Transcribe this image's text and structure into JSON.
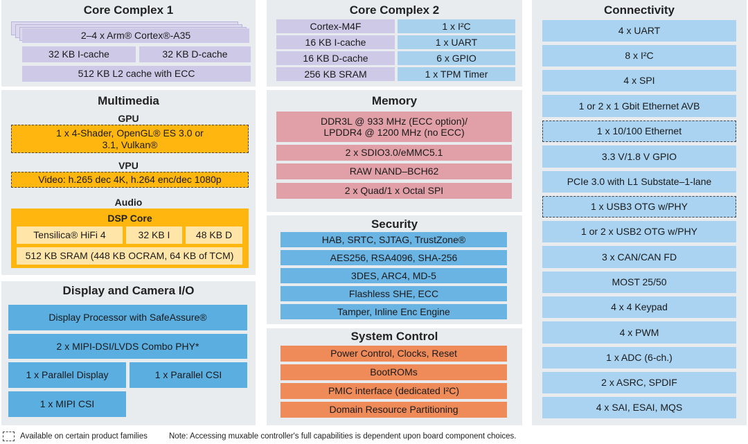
{
  "core1": {
    "title": "Core Complex 1",
    "cores": "2–4 x Arm® Cortex®-A35",
    "icache": "32 KB I-cache",
    "dcache": "32 KB D-cache",
    "l2": "512 KB L2 cache with ECC"
  },
  "core2": {
    "title": "Core Complex 2",
    "left": [
      "Cortex-M4F",
      "16 KB I-cache",
      "16 KB D-cache",
      "256 KB SRAM"
    ],
    "right": [
      "1 x I²C",
      "1 x UART",
      "6 x GPIO",
      "1 x TPM Timer"
    ]
  },
  "connectivity": {
    "title": "Connectivity",
    "items": [
      "4 x UART",
      "8 x I²C",
      "4 x SPI",
      "1 or 2 x 1 Gbit Ethernet AVB",
      "1 x 10/100 Ethernet",
      "3.3 V/1.8 V GPIO",
      "PCIe 3.0 with L1 Substate–1-lane",
      "1 x USB3 OTG w/PHY",
      "1 or 2 x USB2 OTG w/PHY",
      "3 x CAN/CAN FD",
      "MOST 25/50",
      "4 x 4 Keypad",
      "4 x PWM",
      "1 x ADC (6-ch.)",
      "2 x ASRC, SPDIF",
      "4 x SAI, ESAI, MQS"
    ]
  },
  "multimedia": {
    "title": "Multimedia",
    "gpu_label": "GPU",
    "gpu": "1 x 4-Shader, OpenGL® ES 3.0 or 3.1, Vulkan®",
    "vpu_label": "VPU",
    "vpu": "Video: h.265 dec 4K, h.264 enc/dec 1080p",
    "audio_label": "Audio",
    "dsp_label": "DSP Core",
    "hifi": "Tensilica® HiFi 4",
    "i": "32 KB I",
    "d": "48 KB D",
    "sram": "512 KB SRAM (448 KB OCRAM, 64 KB of TCM)"
  },
  "memory": {
    "title": "Memory",
    "items": [
      "DDR3L @ 933 MHz (ECC option)/ LPDDR4 @ 1200 MHz (no ECC)",
      "2 x SDIO3.0/eMMC5.1",
      "RAW NAND–BCH62",
      "2 x Quad/1 x Octal SPI"
    ]
  },
  "security": {
    "title": "Security",
    "items": [
      "HAB, SRTC, SJTAG, TrustZone®",
      "AES256, RSA4096, SHA-256",
      "3DES, ARC4, MD-5",
      "Flashless SHE, ECC",
      "Tamper, Inline Enc Engine"
    ]
  },
  "system": {
    "title": "System Control",
    "items": [
      "Power Control, Clocks, Reset",
      "BootROMs",
      "PMIC interface (dedicated I²C)",
      "Domain Resource Partitioning"
    ]
  },
  "display": {
    "title": "Display and Camera I/O",
    "processor": "Display Processor with SafeAssure®",
    "mipi_dsi": "2 x MIPI-DSI/LVDS Combo PHY*",
    "parallel_display": "1 x Parallel Display",
    "parallel_csi": "1 x Parallel CSI",
    "mipi_csi": "1 x MIPI CSI"
  },
  "footer": {
    "legend": "Available on certain product families",
    "note": "Note: Accessing muxable controller's full capabilities is dependent upon board component choices."
  }
}
